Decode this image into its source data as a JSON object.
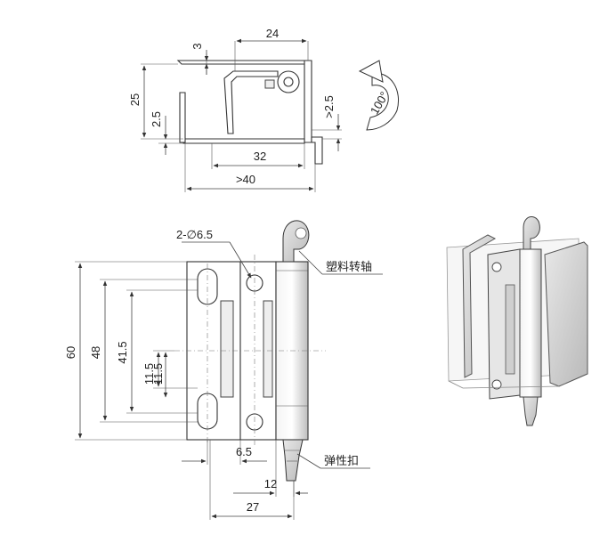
{
  "top_view": {
    "dim_3": "3",
    "dim_24": "24",
    "dim_25": "25",
    "dim_2_5_left": "2.5",
    "dim_gt_2_5": ">2.5",
    "dim_32": "32",
    "dim_gt_40": ">40",
    "rotation_angle": "100°"
  },
  "front_view": {
    "hole_note": "2-∅6.5",
    "dim_60": "60",
    "dim_48": "48",
    "dim_41_5": "41.5",
    "dim_11_5a": "11.5",
    "dim_11_5b": "11.5",
    "dim_6_5": "6.5",
    "dim_12": "12",
    "dim_27": "27",
    "label_plastic_pin": "塑料转轴",
    "label_spring_latch": "弹性扣"
  },
  "colors": {
    "line": "#333333",
    "shade": "#eeeeee",
    "background": "#ffffff"
  }
}
